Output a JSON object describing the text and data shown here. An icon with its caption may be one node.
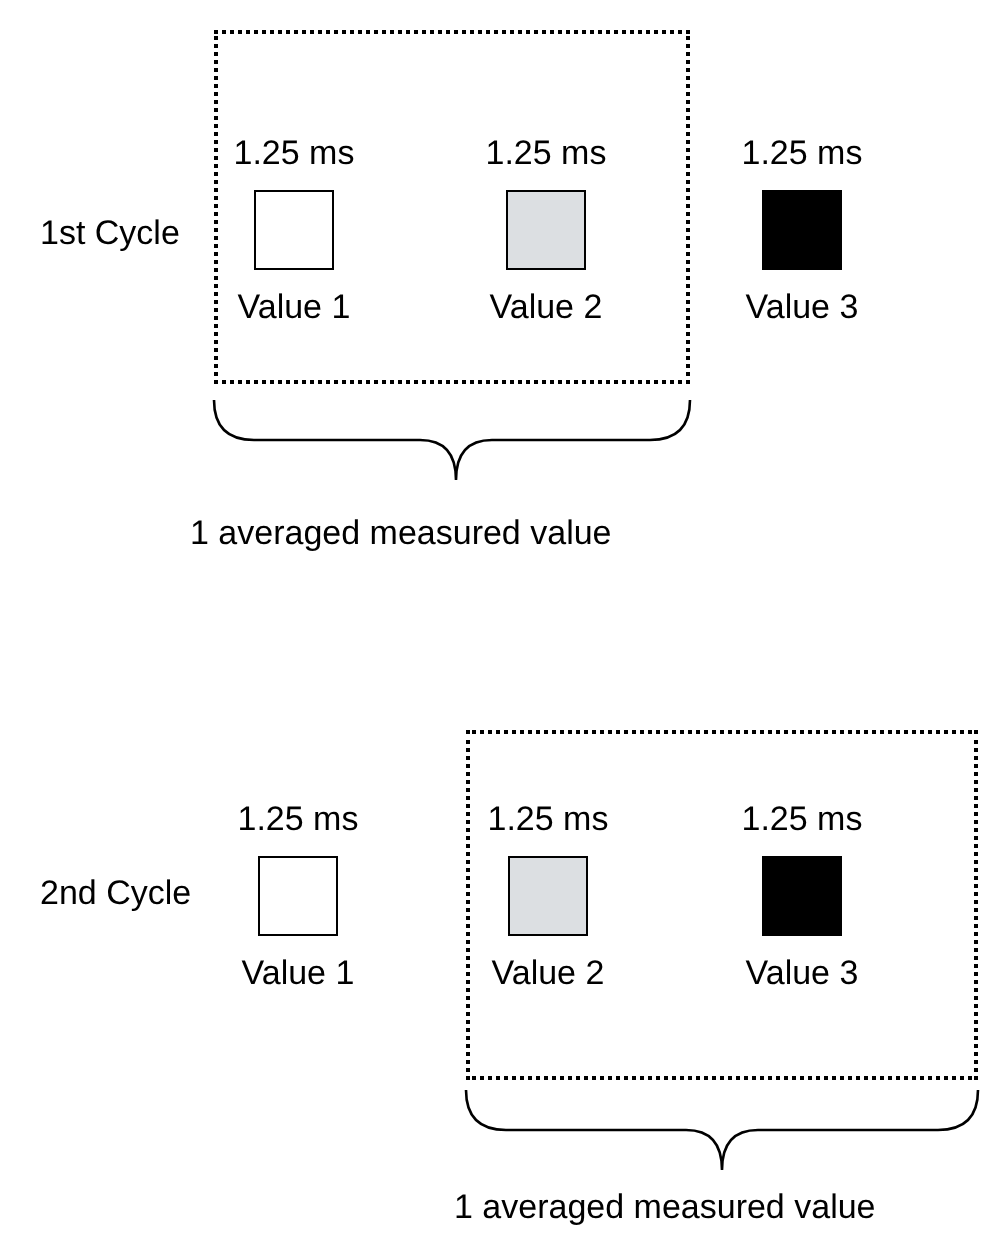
{
  "diagram": {
    "nodes": [
      {
        "text": [],
        "shape": "box"
      },
      {
        "text": [
          "1.25 ms",
          "Value 1"
        ],
        "in": 0
      },
      {
        "text": [
          "1.25 ms",
          "Value 2"
        ],
        "in": 0
      },
      {
        "text": [
          "1.25 ms",
          "Value 3"
        ]
      },
      {
        "text": [],
        "shape": "box"
      },
      {
        "text": [
          "1.25 ms",
          "Value 1"
        ]
      },
      {
        "text": [
          "1.25 ms",
          "Value 2"
        ],
        "in": 4
      },
      {
        "text": [
          "1.25 ms",
          "Value 3"
        ],
        "in": 4
      }
    ],
    "labels": [
      "1st Cycle",
      "1 averaged measured value",
      "2nd Cycle",
      "1 averaged measured value"
    ]
  }
}
